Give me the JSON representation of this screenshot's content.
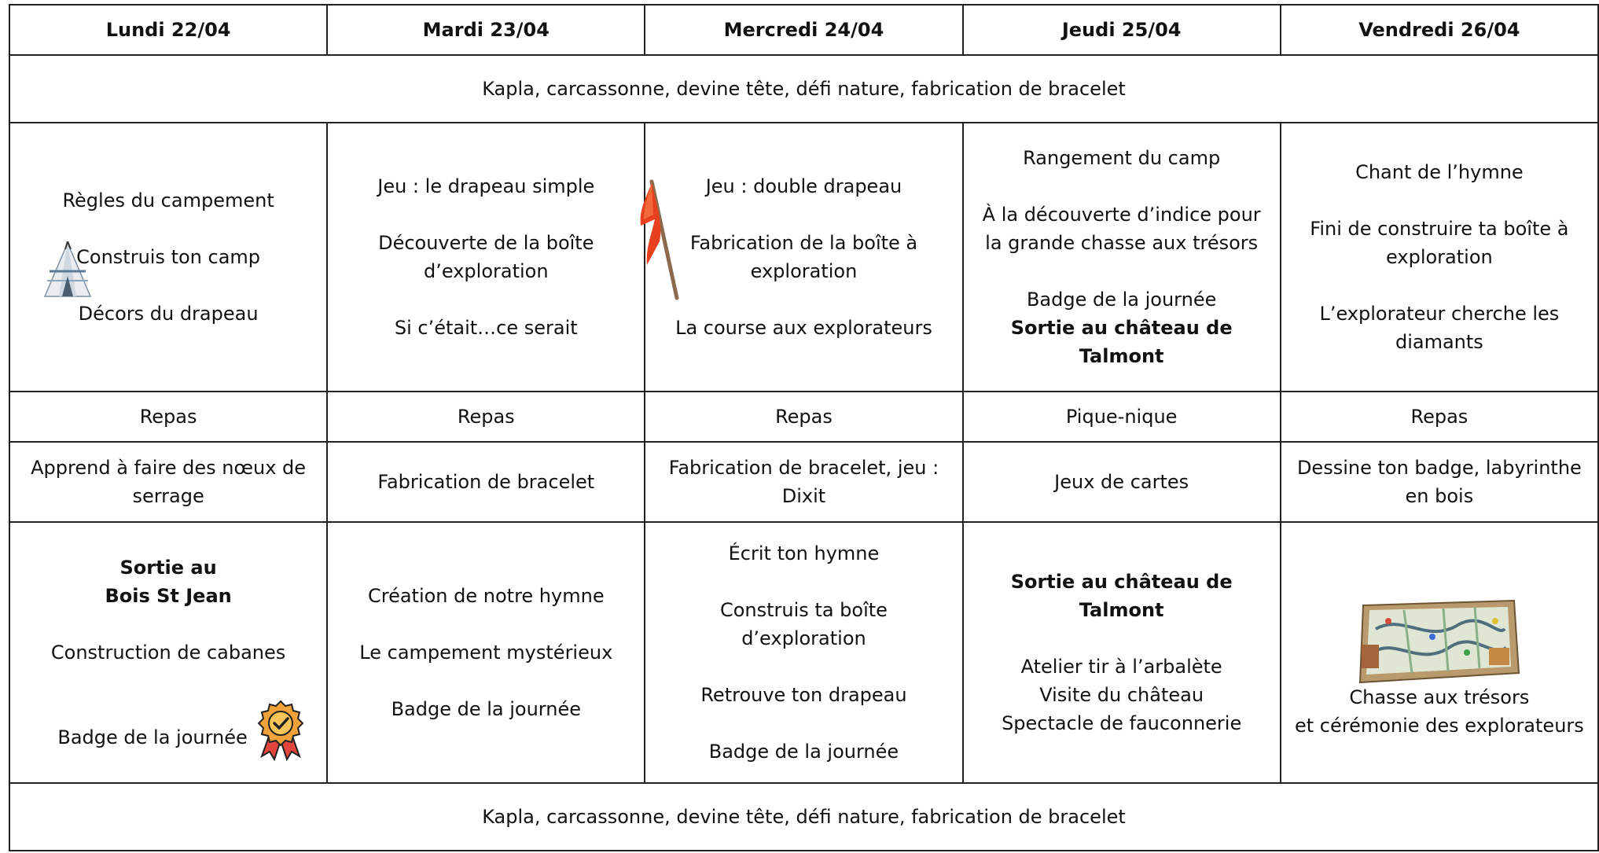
{
  "headers": [
    "Lundi 22/04",
    "Mardi 23/04",
    "Mercredi 24/04",
    "Jeudi 25/04",
    "Vendredi 26/04"
  ],
  "top_band": "Kapla, carcassonne, devine tête, défi nature, fabrication de bracelet",
  "morning": {
    "mon": [
      "Règles du campement",
      "Construis ton camp",
      "Décors du drapeau"
    ],
    "tue": [
      "Jeu : le drapeau simple",
      "Découverte de la boîte",
      "d’exploration",
      "Si c’était…ce serait"
    ],
    "wed": [
      "Jeu :  double drapeau",
      "Fabrication de la boîte à",
      "exploration",
      "La course aux explorateurs"
    ],
    "thu": [
      "Rangement du camp",
      "À la découverte d’indice pour",
      "la grande chasse aux trésors",
      "Badge de la journée",
      "Sortie au château de",
      "Talmont"
    ],
    "fri": [
      "Chant de l’hymne",
      "Fini de construire ta boîte à",
      "exploration",
      "L’explorateur cherche les",
      "diamants"
    ]
  },
  "lunch": [
    "Repas",
    "Repas",
    "Repas",
    "Pique-nique",
    "Repas"
  ],
  "early_afternoon": {
    "mon": [
      "Apprend à faire des nœux de",
      "serrage"
    ],
    "tue": [
      "Fabrication de bracelet"
    ],
    "wed": [
      "Fabrication de bracelet, jeu :",
      "Dixit"
    ],
    "thu": [
      "Jeux de cartes"
    ],
    "fri": [
      "Dessine ton badge, labyrinthe",
      "en bois"
    ]
  },
  "afternoon": {
    "mon": [
      "Sortie au",
      "Bois St Jean",
      "Construction de cabanes",
      "Badge de la journée"
    ],
    "tue": [
      "Création de notre hymne",
      "Le campement mystérieux",
      "Badge de la journée"
    ],
    "wed": [
      "Écrit ton hymne",
      "Construis ta boîte",
      "d’exploration",
      "Retrouve ton drapeau",
      "Badge de la journée"
    ],
    "thu": [
      "Sortie au château de",
      "Talmont",
      "Atelier tir à l’arbalète",
      "Visite du château",
      "Spectacle de fauconnerie"
    ],
    "fri": [
      "Chasse aux trésors",
      "et cérémonie des explorateurs"
    ]
  },
  "bottom_band": "Kapla, carcassonne, devine tête, défi nature, fabrication de bracelet",
  "icons": {
    "tent": "teepee-tent-icon",
    "flag": "red-flag-icon",
    "badge": "award-badge-icon",
    "board": "treasure-board-game-icon"
  },
  "colors": {
    "border": "#222222",
    "flag": "#e8401c",
    "badge": "#f2a23a",
    "ribbon": "#e2453c"
  }
}
